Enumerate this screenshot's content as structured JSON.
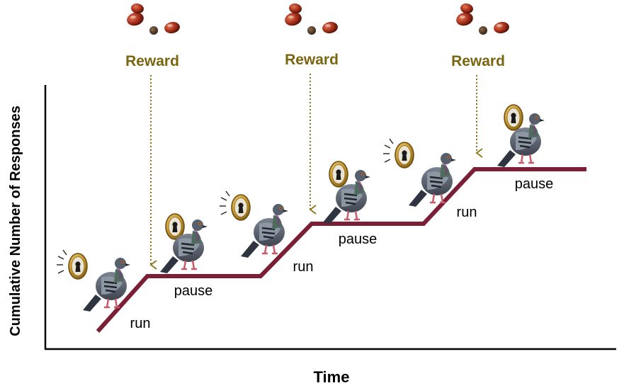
{
  "axes": {
    "x_label": "Time",
    "y_label": "Cumulative Number of Responses"
  },
  "rewards": [
    {
      "label": "Reward"
    },
    {
      "label": "Reward"
    },
    {
      "label": "Reward"
    }
  ],
  "phases": [
    {
      "label": "run"
    },
    {
      "label": "pause"
    },
    {
      "label": "run"
    },
    {
      "label": "pause"
    },
    {
      "label": "run"
    },
    {
      "label": "pause"
    }
  ],
  "colors": {
    "curve": "#7a1f35",
    "reward_text": "#7a6510",
    "reward_arrow": "#8a7418",
    "axis": "#000000",
    "pellet": "#a8301c",
    "key_gold": "#d4a93c",
    "pigeon_body": "#5d6673"
  },
  "icons": {
    "reward": "food-pellets-icon",
    "key": "keyhole-key-icon",
    "bird": "pigeon-icon"
  }
}
